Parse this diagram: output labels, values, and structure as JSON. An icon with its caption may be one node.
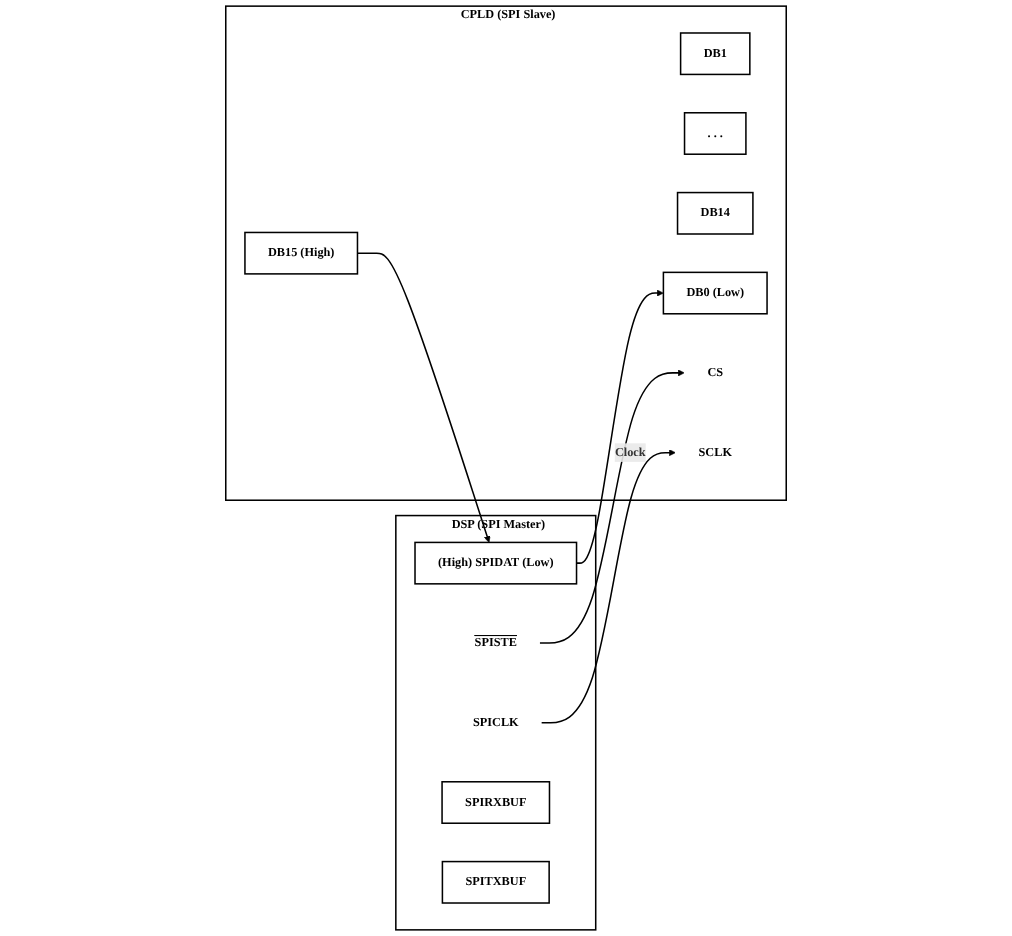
{
  "diagram": {
    "nodes": [
      {
        "text": [
          "DSP (SPI Master)"
        ]
      },
      {
        "text": [
          "SPIRXBUF"
        ],
        "in": 0
      },
      {
        "text": [
          "(High) SPIDAT (Low)"
        ],
        "in": 0
      },
      {
        "text": [
          "SPITXBUF"
        ],
        "in": 0
      },
      {
        "text": [
          "SPISTE"
        ],
        "in": 0
      },
      {
        "text": [
          "SPICLK"
        ],
        "in": 0
      },
      {
        "text": [
          "CPLD (SPI Slave)"
        ]
      },
      {
        "text": [
          "DB0 (Low)"
        ],
        "in": 6
      },
      {
        "text": [
          "DB1"
        ],
        "in": 6
      },
      {
        "text": [
          ". . ."
        ],
        "in": 6
      },
      {
        "text": [
          "DB14"
        ],
        "in": 6
      },
      {
        "text": [
          "DB15 (High)"
        ],
        "in": 6
      },
      {
        "text": [
          "CS"
        ],
        "in": 6
      },
      {
        "text": [
          "SCLK"
        ],
        "in": 6
      }
    ],
    "edges": [
      {
        "from": 2,
        "to": 7,
        "arrow": "to"
      },
      {
        "from": 11,
        "to": 2,
        "arrow": "to"
      },
      {
        "from": 4,
        "to": 12,
        "arrow": "to"
      },
      {
        "from": 5,
        "to": 13,
        "label": "Clock",
        "arrow": "to"
      }
    ]
  }
}
